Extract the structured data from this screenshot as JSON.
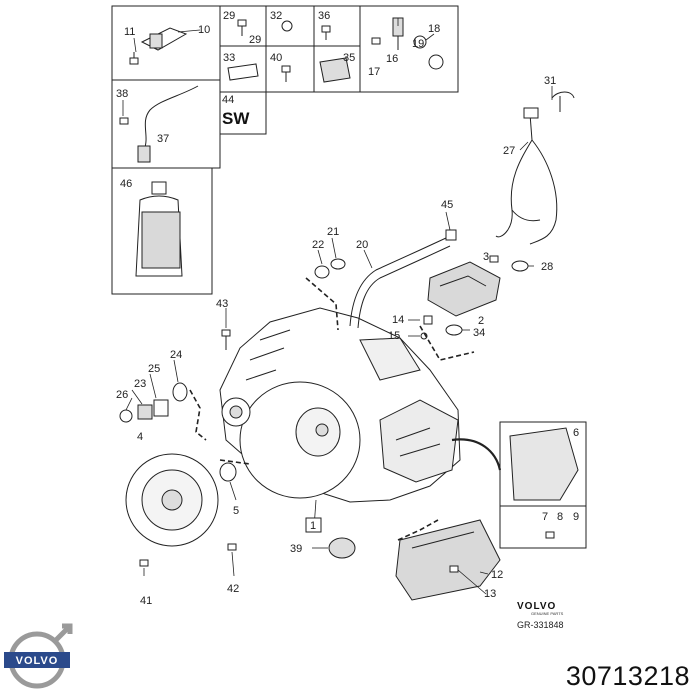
{
  "part_number": "30713218",
  "reference_code": "GR-331848",
  "brand_text": "VOLVO",
  "brand_subtext": "GENUINE PARTS",
  "sw_label": "SW",
  "callouts": {
    "c1": "1",
    "c2": "2",
    "c3": "3",
    "c4": "4",
    "c5": "5",
    "c6": "6",
    "c7": "7",
    "c8": "8",
    "c9": "9",
    "c10": "10",
    "c11": "11",
    "c12": "12",
    "c13": "13",
    "c14": "14",
    "c15": "15",
    "c16": "16",
    "c17": "17",
    "c18": "18",
    "c19": "19",
    "c20": "20",
    "c21": "21",
    "c22": "22",
    "c23": "23",
    "c24": "24",
    "c25": "25",
    "c26": "26",
    "c27": "27",
    "c28": "28",
    "c29a": "29",
    "c29b": "29",
    "c31": "31",
    "c32": "32",
    "c33": "33",
    "c34": "34",
    "c35": "35",
    "c36": "36",
    "c37": "37",
    "c38": "38",
    "c39": "39",
    "c40": "40",
    "c41": "41",
    "c42": "42",
    "c43": "43",
    "c44": "44",
    "c45": "45",
    "c46": "46"
  },
  "colors": {
    "line": "#222222",
    "shade": "#d9d9d9",
    "logo_blue": "#2b4a8b",
    "logo_ring": "#9a9a9a"
  }
}
